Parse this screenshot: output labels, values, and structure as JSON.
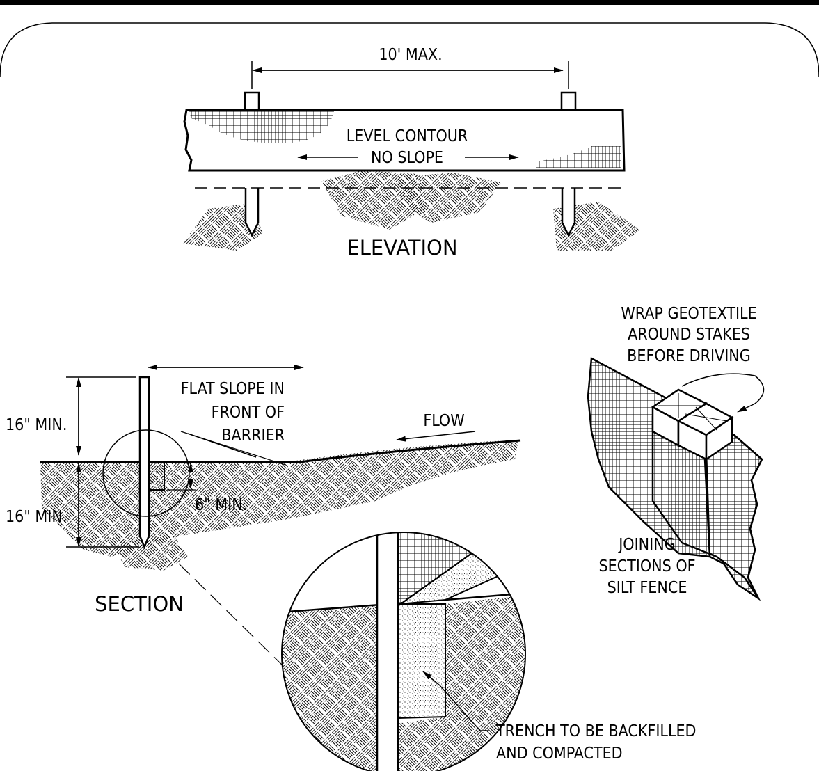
{
  "elevation": {
    "dimension_label": "10' MAX.",
    "contour_line1": "LEVEL CONTOUR",
    "contour_line2": "NO SLOPE",
    "title": "ELEVATION"
  },
  "section": {
    "flat_slope_line1": "FLAT SLOPE IN",
    "flat_slope_line2": "FRONT OF",
    "flat_slope_line3": "BARRIER",
    "flow_label": "FLOW",
    "above_grade_dim": "16\" MIN.",
    "below_grade_dim": "16\" MIN.",
    "trench_depth_dim": "6\" MIN.",
    "title": "SECTION"
  },
  "wrap_note": {
    "line1": "WRAP GEOTEXTILE",
    "line2": "AROUND STAKES",
    "line3": "BEFORE DRIVING"
  },
  "joining_note": {
    "line1": "JOINING",
    "line2": "SECTIONS OF",
    "line3": "SILT FENCE"
  },
  "trench_note": {
    "line1": "TRENCH TO BE BACKFILLED",
    "line2": "AND COMPACTED"
  }
}
